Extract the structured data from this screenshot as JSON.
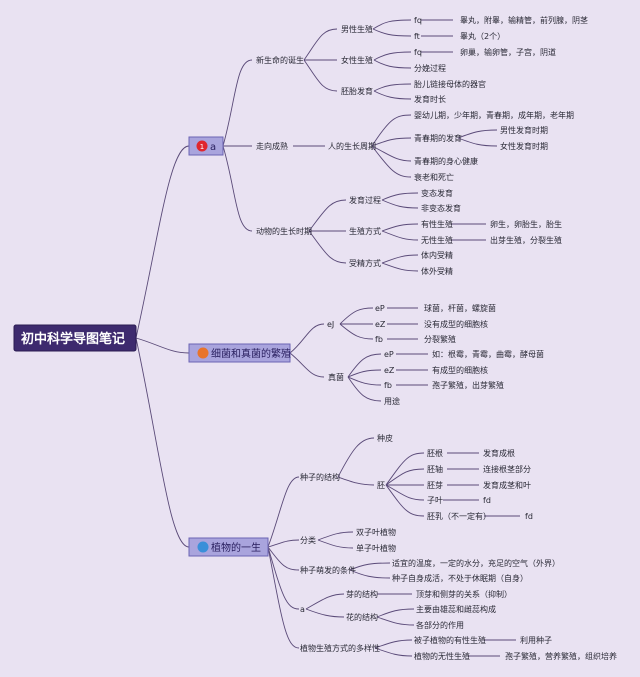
{
  "root": "初中科学导图笔记",
  "colors": {
    "background": "#e9e2f2",
    "root_fill": "#3d2a6e",
    "branch_fill": "#a9a4dd",
    "branch_border": "#6b64b4",
    "line": "#5a4a78",
    "icon_red": "#e0262e",
    "icon_orange": "#e8742c",
    "icon_blue": "#3a8fd9"
  },
  "branches": {
    "b1": {
      "label": "a",
      "icon_number": "1",
      "icon_name": "red-number-1-icon",
      "birth": {
        "label": "新生命的诞生",
        "male": {
          "label": "男性生殖",
          "r1": "fq",
          "r1v": "睾丸，附睾，输精管，前列腺，阴茎",
          "r2": "ft",
          "r2v": "睾丸（2个）"
        },
        "female": {
          "label": "女性生殖",
          "r1": "fq",
          "r1v": "卵巢，输卵管，子宫，阴道",
          "r2": "分娩过程"
        },
        "embryo": {
          "label": "胚胎发育",
          "r1": "胎儿链接母体的器官",
          "r2": "发育时长"
        }
      },
      "grow": {
        "label": "走向成熟",
        "cycle": {
          "label": "人的生长周期",
          "stages": "婴幼儿期，少年期，青春期，成年期，老年期",
          "puberty": "青春期的发育",
          "male_p": "男性发育时期",
          "female_p": "女性发育时期",
          "health": "青春期的身心健康",
          "aging": "衰老和死亡"
        }
      },
      "animal": {
        "label": "动物的生长时期",
        "develop": {
          "label": "发育过程",
          "a": "变态发育",
          "b": "非变态发育"
        },
        "repro": {
          "label": "生殖方式",
          "a": "有性生殖",
          "av": "卵生，卵胎生，胎生",
          "b": "无性生殖",
          "bv": "出芽生殖，分裂生殖"
        },
        "fert": {
          "label": "受精方式",
          "a": "体内受精",
          "b": "体外受精"
        }
      }
    },
    "b2": {
      "label": "细菌和真菌的繁殖",
      "icon_name": "orange-circle-icon",
      "bact": {
        "label": "eJ",
        "r1": "eP",
        "r1v": "球菌，杆菌，螺旋菌",
        "r2": "eZ",
        "r2v": "没有成型的细胞核",
        "r3": "fb",
        "r3v": "分裂繁殖"
      },
      "fungi": {
        "label": "真菌",
        "r1": "eP",
        "r1v": "如：根霉，青霉，曲霉，酵母菌",
        "r2": "eZ",
        "r2v": "有成型的细胞核",
        "r3": "fb",
        "r3v": "孢子繁殖，出芽繁殖",
        "r4": "用途"
      }
    },
    "b3": {
      "label": "植物的一生",
      "icon_name": "blue-circle-icon",
      "seed": {
        "label": "种子的结构",
        "coat": "种皮",
        "embryo": "胚",
        "radicle": "胚根",
        "radicle_v": "发育成根",
        "hypocotyl": "胚轴",
        "hypocotyl_v": "连接根茎部分",
        "plumule": "胚芽",
        "plumule_v": "发育成茎和叶",
        "cotyledon": "子叶",
        "cotyledon_v": "fd",
        "endosperm": "胚乳（不一定有）",
        "endosperm_v": "fd"
      },
      "classify": {
        "label": "分类",
        "a": "双子叶植物",
        "b": "单子叶植物"
      },
      "germ": {
        "label": "种子萌发的条件",
        "a": "适宜的温度，一定的水分，充足的空气（外界）",
        "b": "种子自身成活，不处于休眠期（自身）"
      },
      "a": {
        "label": "a",
        "bud": {
          "label": "芽的结构",
          "v": "顶芽和侧芽的关系（抑制）"
        },
        "flower": {
          "label": "花的结构",
          "a": "主要由雄蕊和雌蕊构成",
          "b": "各部分的作用"
        }
      },
      "repro": {
        "label": "植物生殖方式的多样性",
        "a": "被子植物的有性生殖",
        "av": "利用种子",
        "b": "植物的无性生殖",
        "bv": "孢子繁殖，营养繁殖，组织培养"
      }
    }
  }
}
